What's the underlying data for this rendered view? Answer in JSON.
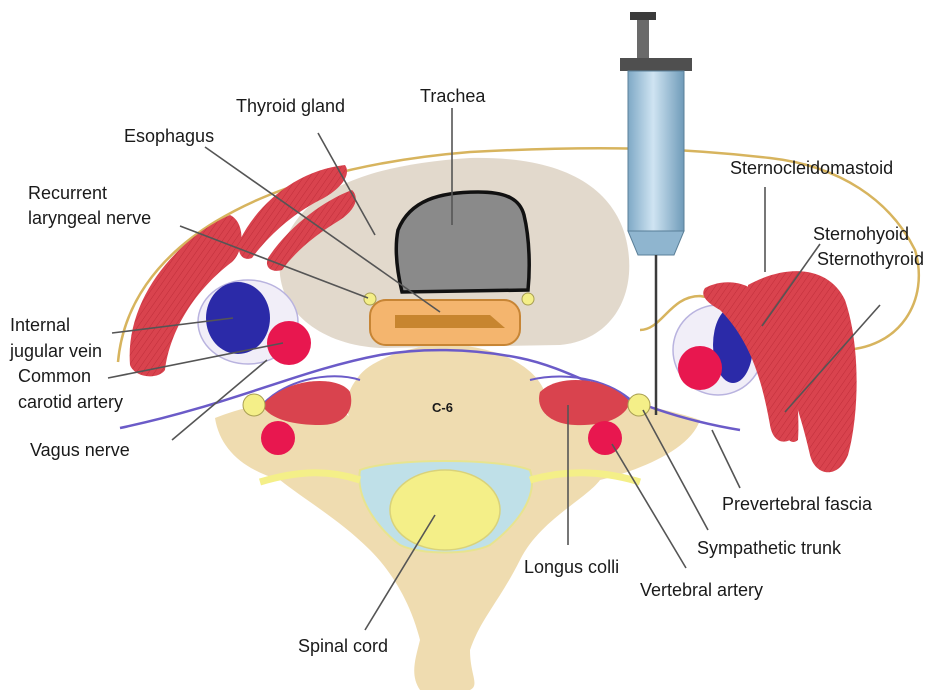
{
  "labels": {
    "thyroid_gland": "Thyroid gland",
    "trachea": "Trachea",
    "esophagus": "Esophagus",
    "recurrent_line1": "Recurrent",
    "recurrent_line2": "laryngeal nerve",
    "internal_line1": "Internal",
    "internal_line2": "jugular vein",
    "common_line1": "Common",
    "common_line2": "carotid artery",
    "vagus_nerve": "Vagus nerve",
    "sternocleidomastoid": "Sternocleidomastoid",
    "sternohyoid": "Sternohyoid",
    "sternothyroid": "Sternothyroid",
    "prevertebral_fascia": "Prevertebral fascia",
    "sympathetic_trunk": "Sympathetic trunk",
    "longus_colli": "Longus colli",
    "vertebral_artery": "Vertebral artery",
    "spinal_cord": "Spinal cord",
    "vertebra_level": "C-6"
  },
  "colors": {
    "muscle": "#d9434e",
    "vein": "#2b2aa8",
    "artery": "#e8174f",
    "gland": "#e2d9cc",
    "bone": "#efdcb0",
    "trachea": "#8a8a8a",
    "esophagus": "#f4b56e",
    "nerve": "#f4ef88",
    "fascia": "#6b5bc8",
    "syringe": "#9cc4de"
  }
}
